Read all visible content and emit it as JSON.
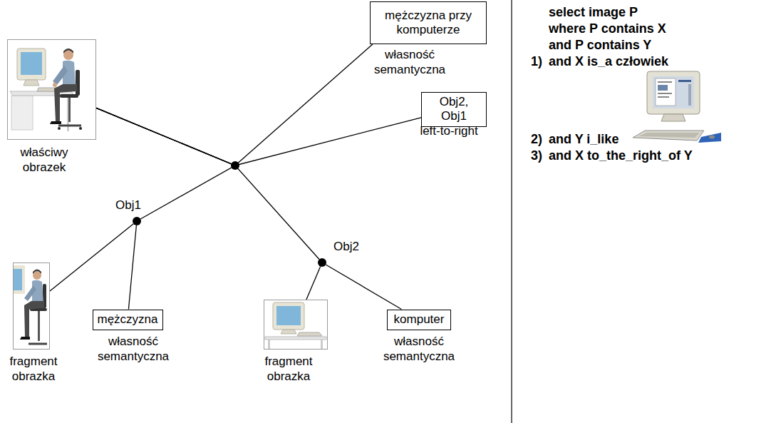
{
  "diagram": {
    "nodes": [
      {
        "text": [
          "właściwy obrazek"
        ]
      },
      {
        "text": [
          "mężczyzna przy komputerze",
          "własność semantyczna"
        ]
      },
      {
        "text": [
          "Obj2, Obj1",
          "left-to-right"
        ]
      },
      {
        "text": [
          "Obj1"
        ]
      },
      {
        "text": [
          "fragment obrazka"
        ]
      },
      {
        "text": [
          "mężczyzna",
          "własność semantyczna"
        ]
      },
      {
        "text": [
          "Obj2"
        ]
      },
      {
        "text": [
          "fragment obrazka"
        ]
      },
      {
        "text": [
          "komputer",
          "własność semantyczna"
        ]
      }
    ],
    "edges": [
      {
        "from": 0,
        "to": 1,
        "arrow": "none"
      },
      {
        "from": 0,
        "to": 2,
        "arrow": "none"
      },
      {
        "from": 0,
        "to": 3,
        "arrow": "none"
      },
      {
        "from": 0,
        "to": 6,
        "arrow": "none"
      },
      {
        "from": 3,
        "to": 4,
        "arrow": "none"
      },
      {
        "from": 3,
        "to": 5,
        "arrow": "none"
      },
      {
        "from": 6,
        "to": 7,
        "arrow": "none"
      },
      {
        "from": 6,
        "to": 8,
        "arrow": "none"
      }
    ],
    "labels": [
      "select image P",
      "where P contains X",
      "and P contains Y",
      "1)",
      "and X is_a człowiek",
      "2)",
      "and Y i_like",
      "3)",
      "and X to_the_right_of Y"
    ]
  }
}
